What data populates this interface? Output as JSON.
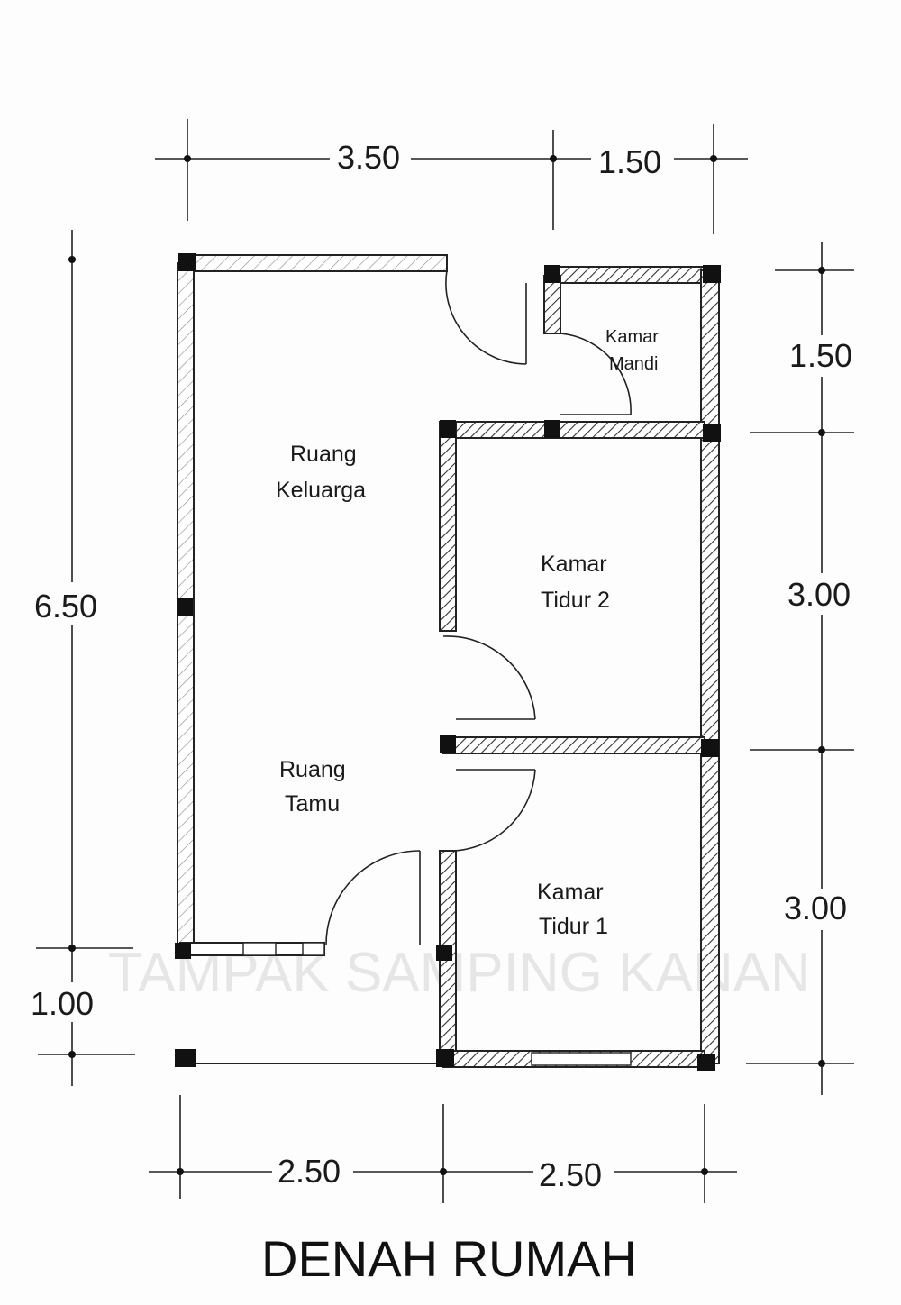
{
  "title": "DENAH RUMAH",
  "dimensions": {
    "top_left": "3.50",
    "top_right": "1.50",
    "left_total": "6.50",
    "left_bottom": "1.00",
    "right_top": "1.50",
    "right_middle": "3.00",
    "right_bottom": "3.00",
    "bottom_left": "2.50",
    "bottom_right": "2.50"
  },
  "rooms": {
    "kamar_mandi": [
      "Kamar",
      "Mandi"
    ],
    "ruang_keluarga": [
      "Ruang",
      "Keluarga"
    ],
    "kamar_tidur_2": [
      "Kamar",
      "Tidur 2"
    ],
    "ruang_tamu": [
      "Ruang",
      "Tamu"
    ],
    "kamar_tidur_1": [
      "Kamar",
      "Tidur 1"
    ]
  },
  "watermark": "TAMPAK SAMPING KANAN"
}
